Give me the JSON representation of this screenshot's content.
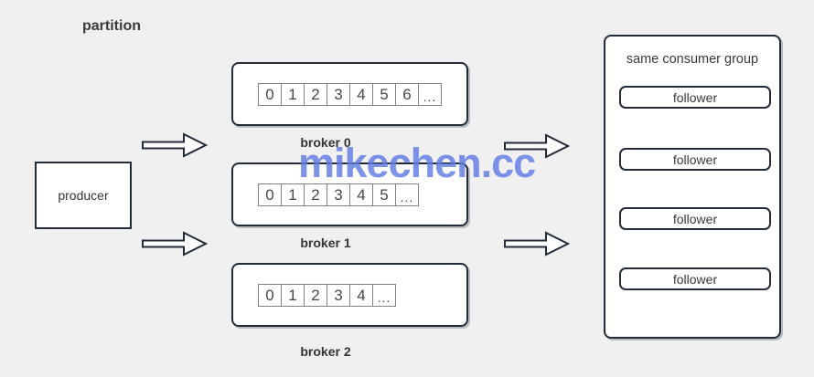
{
  "diagram_title": "partition",
  "watermark": "mikechen.cc",
  "producer": {
    "label": "producer"
  },
  "brokers": [
    {
      "label": "broker 0",
      "cells": [
        "0",
        "1",
        "2",
        "3",
        "4",
        "5",
        "6",
        "..."
      ]
    },
    {
      "label": "broker 1",
      "cells": [
        "0",
        "1",
        "2",
        "3",
        "4",
        "5",
        "..."
      ]
    },
    {
      "label": "broker 2",
      "cells": [
        "0",
        "1",
        "2",
        "3",
        "4",
        "..."
      ]
    }
  ],
  "consumer_group": {
    "title": "same consumer group",
    "members": [
      "follower",
      "follower",
      "follower",
      "follower"
    ]
  },
  "colors": {
    "background": "#f0f0f0",
    "box_border": "#232b38",
    "cell_border": "#828282",
    "text": "#3a3a3a",
    "watermark_blue": "#617ce4"
  }
}
